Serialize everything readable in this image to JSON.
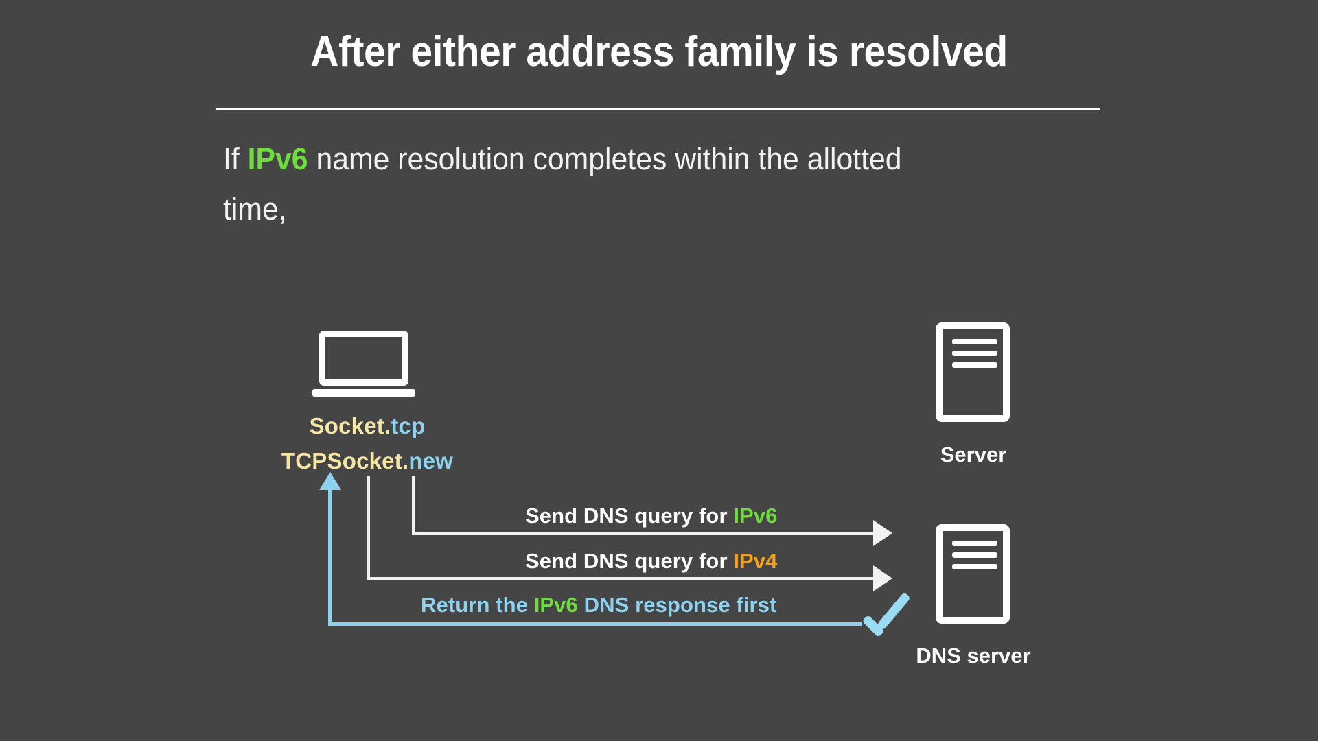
{
  "slide": {
    "background_color": "#454545",
    "title": "After either address family is resolved",
    "lead": {
      "before": "If ",
      "keyword": "IPv6",
      "after": " name resolution completes within the allotted time,"
    }
  },
  "colors": {
    "background": "#454545",
    "text_white": "#ffffff",
    "ipv6_green": "#6fdd3f",
    "ipv4_orange": "#f5a315",
    "accent_blue": "#8ed2f0",
    "accent_yellow": "#f7e7a6",
    "check_blue": "#9bdcf5"
  },
  "diagram": {
    "client": {
      "icon": "laptop-icon",
      "labels": [
        {
          "prefix": "Socket",
          "dot": ".",
          "suffix": "tcp"
        },
        {
          "prefix": "TCPSocket",
          "dot": ".",
          "suffix": "new"
        }
      ]
    },
    "nodes": [
      {
        "id": "server",
        "icon": "server-icon",
        "label": "Server"
      },
      {
        "id": "dns-server",
        "icon": "server-icon",
        "label": "DNS server"
      }
    ],
    "flows": [
      {
        "id": "dns-query-ipv6",
        "text_before": "Send DNS query for ",
        "keyword": "IPv6",
        "keyword_color": "#6fdd3f",
        "direction": "client-to-dns",
        "line_color": "#f2f2f2"
      },
      {
        "id": "dns-query-ipv4",
        "text_before": "Send DNS query for ",
        "keyword": "IPv4",
        "keyword_color": "#f5a315",
        "direction": "client-to-dns",
        "line_color": "#f2f2f2"
      },
      {
        "id": "dns-response-ipv6",
        "text_before": "Return the ",
        "keyword": "IPv6",
        "keyword_color": "#6fdd3f",
        "text_after": " DNS response first",
        "direction": "dns-to-client",
        "line_color": "#8ed2f0",
        "status_icon": "check-icon"
      }
    ]
  }
}
